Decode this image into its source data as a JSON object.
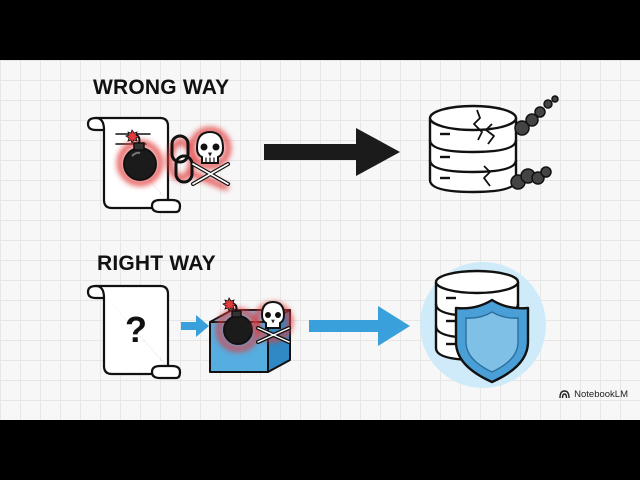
{
  "headings": {
    "wrong": "WRONG WAY",
    "right": "RIGHT WAY"
  },
  "wrong_row": {
    "input_icons": [
      "scroll-icon",
      "bomb-icon",
      "chain-link-icon",
      "skull-crossbones-icon"
    ],
    "arrow_icon": "black-arrow-icon",
    "output_icon": "cracked-database-icon"
  },
  "right_row": {
    "input_icons": [
      "scroll-icon",
      "question-mark-icon"
    ],
    "sandbox_icons": [
      "blue-box-icon",
      "bomb-icon",
      "skull-crossbones-icon"
    ],
    "arrow_icons": [
      "small-blue-arrow-icon",
      "blue-arrow-icon"
    ],
    "output_icon": "shielded-database-icon"
  },
  "colors": {
    "danger_glow": "#e23b3b",
    "accent_blue": "#3aa0dc",
    "shield_blue": "#4a9fd6",
    "halo_blue": "#cfeaf8"
  },
  "brand": {
    "label": "NotebookLM",
    "icon": "notebooklm-logo-icon"
  }
}
